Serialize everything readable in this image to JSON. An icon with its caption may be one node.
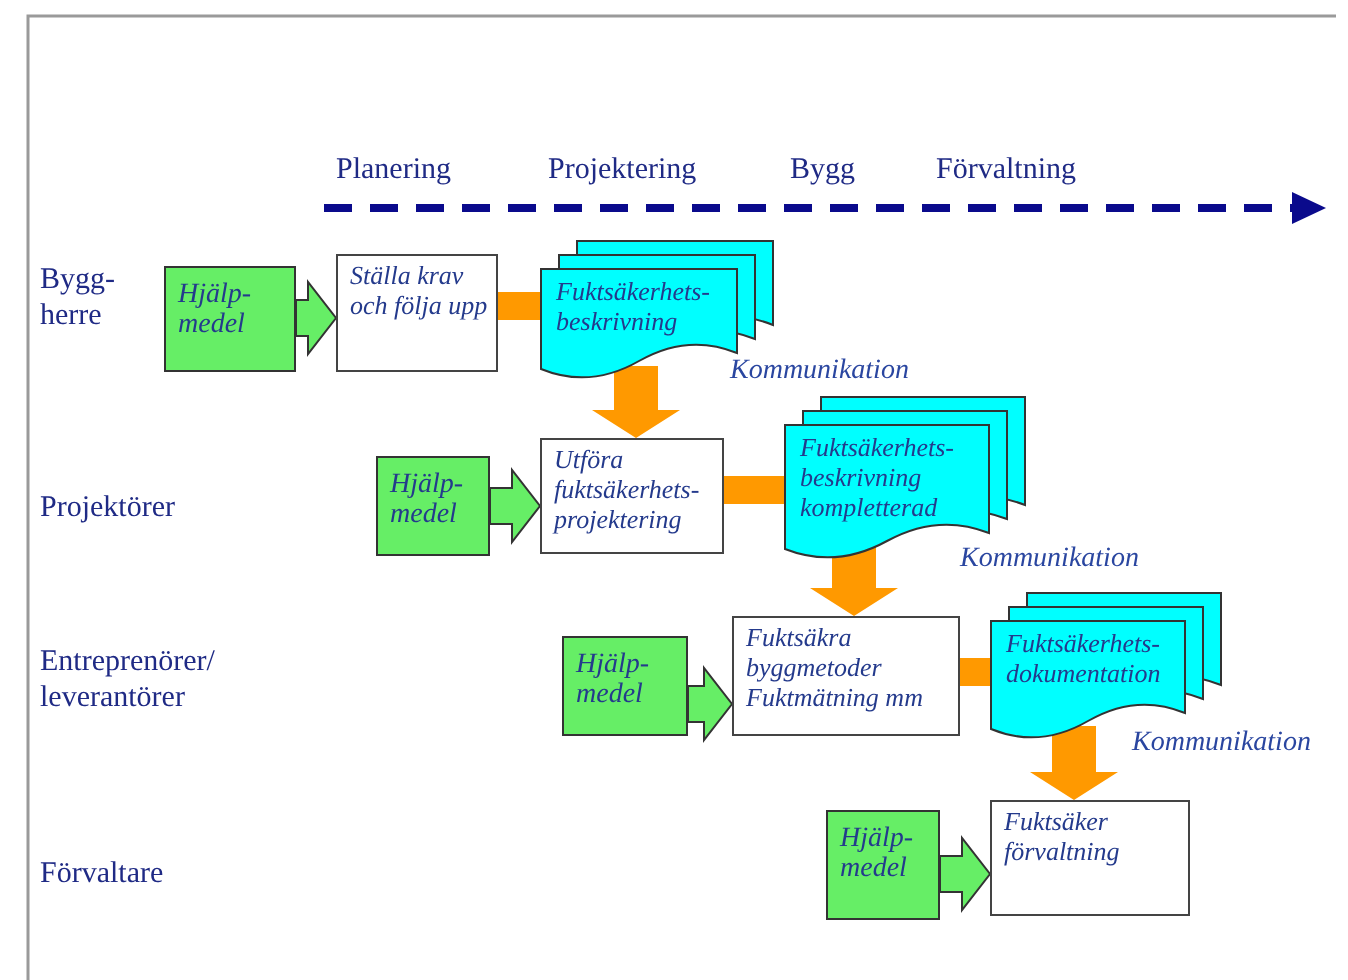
{
  "diagram": {
    "nodes": [
      {
        "text": [
          "Hjälp- medel"
        ]
      },
      {
        "text": [
          "Ställa krav och följa upp"
        ]
      },
      {
        "text": [
          "Fuktsäkerhets- beskrivning"
        ]
      },
      {
        "text": [
          "Hjälp- medel"
        ]
      },
      {
        "text": [
          "Utföra fuktsäkerhets- projektering"
        ]
      },
      {
        "text": [
          "Fuktsäkerhets- beskrivning kompletterad"
        ]
      },
      {
        "text": [
          "Hjälp- medel"
        ]
      },
      {
        "text": [
          "Fuktsäkra byggmetoder Fuktmätning mm"
        ]
      },
      {
        "text": [
          "Fuktsäkerhets- dokumentation"
        ]
      },
      {
        "text": [
          "Hjälp- medel"
        ]
      },
      {
        "text": [
          "Fuktsäker förvaltning"
        ]
      }
    ],
    "edges": [
      {
        "from": 0,
        "to": 1,
        "arrow": "to",
        "style": "thick",
        "color": "#66ee66"
      },
      {
        "from": 1,
        "to": 2,
        "arrow": "none",
        "style": "thick",
        "color": "#ff9900"
      },
      {
        "from": 2,
        "to": 4,
        "arrow": "to",
        "style": "thick",
        "color": "#ff9900",
        "label": "Kommunikation"
      },
      {
        "from": 3,
        "to": 4,
        "arrow": "to",
        "style": "thick",
        "color": "#66ee66"
      },
      {
        "from": 4,
        "to": 5,
        "arrow": "none",
        "style": "thick",
        "color": "#ff9900"
      },
      {
        "from": 5,
        "to": 7,
        "arrow": "to",
        "style": "thick",
        "color": "#ff9900",
        "label": "Kommunikation"
      },
      {
        "from": 6,
        "to": 7,
        "arrow": "to",
        "style": "thick",
        "color": "#66ee66"
      },
      {
        "from": 7,
        "to": 8,
        "arrow": "none",
        "style": "thick",
        "color": "#ff9900"
      },
      {
        "from": 8,
        "to": 10,
        "arrow": "to",
        "style": "thick",
        "color": "#ff9900",
        "label": "Kommunikation"
      },
      {
        "from": 9,
        "to": 10,
        "arrow": "to",
        "style": "thick",
        "color": "#66ee66"
      }
    ],
    "labels": [
      "Planering",
      "Projektering",
      "Bygg",
      "Förvaltning",
      "Bygg- herre",
      "Projektörer",
      "Entreprenörer/ leverantörer",
      "Förvaltare"
    ]
  }
}
